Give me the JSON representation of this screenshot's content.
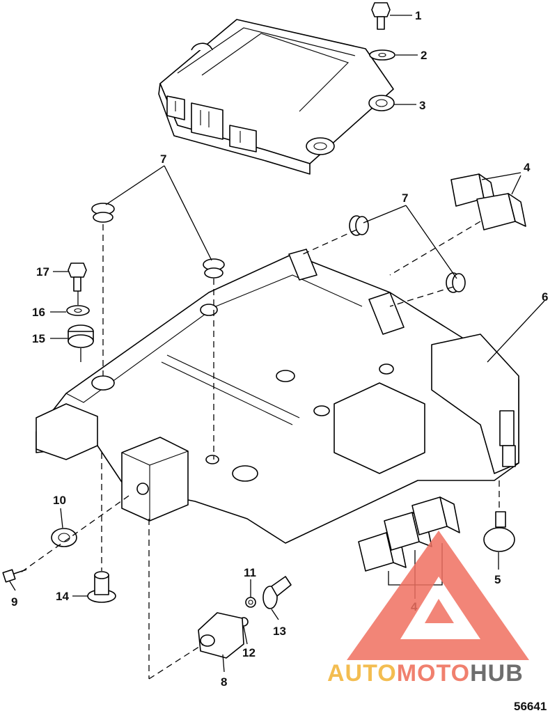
{
  "diagram": {
    "figure_number": "56641",
    "callouts": [
      "1",
      "2",
      "3",
      "4",
      "4",
      "5",
      "6",
      "7",
      "7",
      "8",
      "9",
      "10",
      "11",
      "12",
      "13",
      "14",
      "15",
      "16",
      "17"
    ]
  },
  "watermark": {
    "text_a": "AUTO",
    "text_b": "MOTO",
    "text_c": "HUB",
    "color_triangle": "#f07060",
    "color_a": "#f2b233",
    "color_b": "#ee6a55",
    "color_c": "#555555"
  }
}
